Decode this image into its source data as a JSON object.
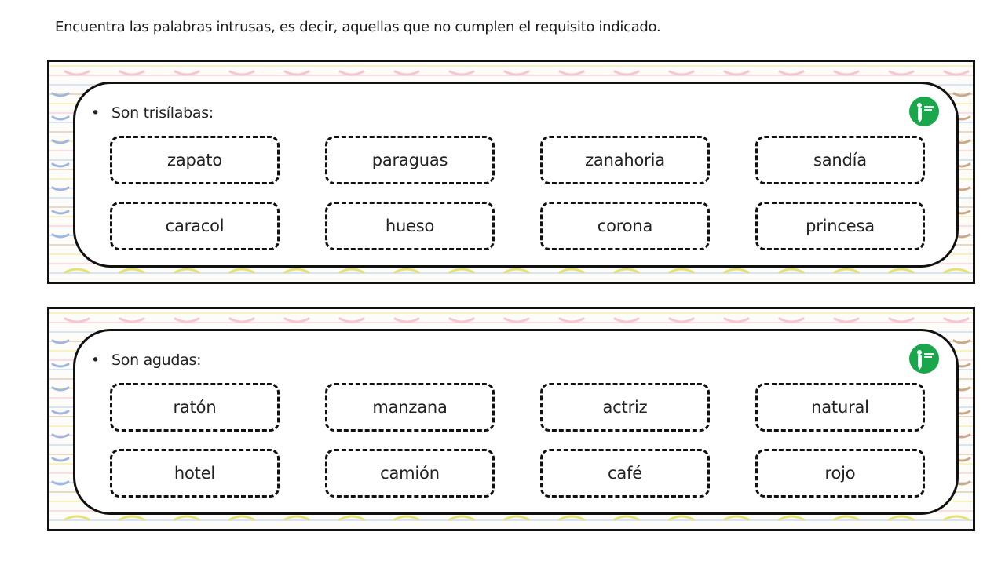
{
  "instruction": "Encuentra las palabras intrusas, es decir, aquellas que no cumplen el requisito indicado.",
  "colors": {
    "border": "#111111",
    "logo_green": "#1aa64a",
    "deco_blue": "#b4d2f0",
    "deco_pink": "#fabed2",
    "deco_yellow": "#f0eb96",
    "deco_brown": "#d2b496"
  },
  "exercises": [
    {
      "heading": "Son trisílabas:",
      "words": [
        "zapato",
        "paraguas",
        "zanahoria",
        "sandía",
        "caracol",
        "hueso",
        "corona",
        "princesa"
      ]
    },
    {
      "heading": "Son agudas:",
      "words": [
        "ratón",
        "manzana",
        "actriz",
        "natural",
        "hotel",
        "camión",
        "café",
        "rojo"
      ]
    }
  ],
  "logo_icon": "pencil-logo-icon"
}
